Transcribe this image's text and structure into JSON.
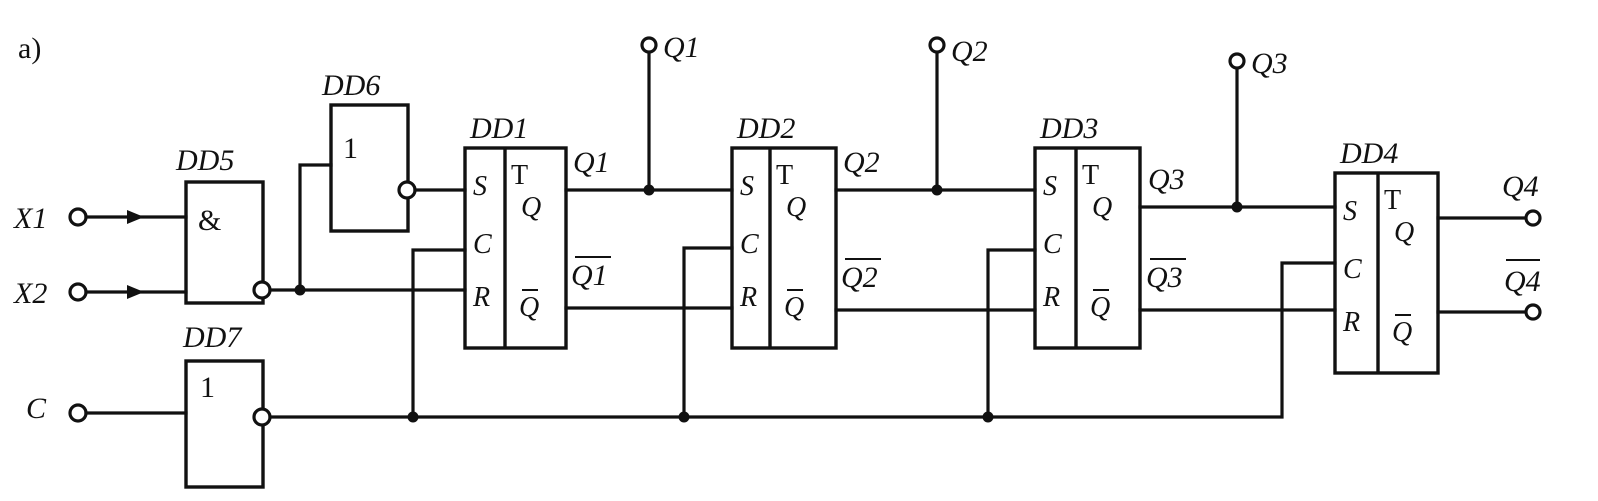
{
  "figure_label": "a)",
  "inputs": {
    "x1": "X1",
    "x2": "X2",
    "clock": "C"
  },
  "gates": {
    "dd5": {
      "name": "DD5",
      "symbol": "&",
      "function": "NAND"
    },
    "dd6": {
      "name": "DD6",
      "symbol": "1",
      "function": "NOT"
    },
    "dd7": {
      "name": "DD7",
      "symbol": "1",
      "function": "NOT"
    }
  },
  "flipflops": [
    {
      "name": "DD1",
      "type": "T",
      "pins_in": [
        "S",
        "C",
        "R"
      ],
      "pin_q": "Q",
      "pin_qn": "Q",
      "out_q": "Q1",
      "out_qn": "Q1"
    },
    {
      "name": "DD2",
      "type": "T",
      "pins_in": [
        "S",
        "C",
        "R"
      ],
      "pin_q": "Q",
      "pin_qn": "Q",
      "out_q": "Q2",
      "out_qn": "Q2"
    },
    {
      "name": "DD3",
      "type": "T",
      "pins_in": [
        "S",
        "C",
        "R"
      ],
      "pin_q": "Q",
      "pin_qn": "Q",
      "out_q": "Q3",
      "out_qn": "Q3"
    },
    {
      "name": "DD4",
      "type": "T",
      "pins_in": [
        "S",
        "C",
        "R"
      ],
      "pin_q": "Q",
      "pin_qn": "Q",
      "out_q": "Q4",
      "out_qn": "Q4"
    }
  ],
  "taps": [
    "Q1",
    "Q2",
    "Q3"
  ],
  "outputs": {
    "q4": "Q4",
    "q4_inv": "Q4"
  }
}
